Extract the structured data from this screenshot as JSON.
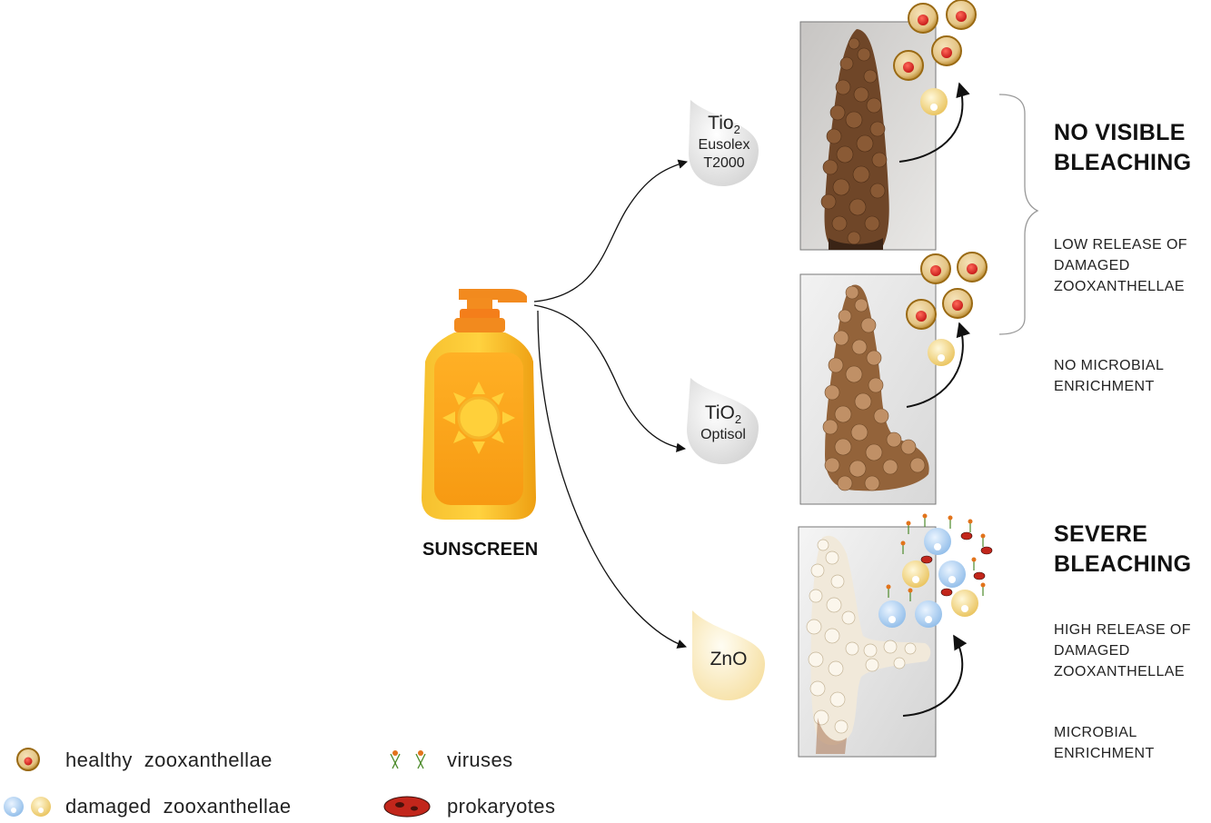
{
  "sunscreen": {
    "label": "SUNSCREEN"
  },
  "treatments": [
    {
      "main": "Tio",
      "sub": "2",
      "line2": "Eusolex",
      "line3": "T2000"
    },
    {
      "main": "TiO",
      "sub": "2",
      "line2": "Optisol"
    },
    {
      "main": "ZnO"
    }
  ],
  "outcomes": {
    "no_bleaching": {
      "title_line1": "NO VISIBLE",
      "title_line2": "BLEACHING",
      "effect1_line1": "LOW RELEASE OF",
      "effect1_line2": "DAMAGED",
      "effect1_line3": "ZOOXANTHELLAE",
      "effect2_line1": "NO MICROBIAL",
      "effect2_line2": "ENRICHMENT"
    },
    "severe_bleaching": {
      "title_line1": "SEVERE",
      "title_line2": "BLEACHING",
      "effect1_line1": "HIGH RELEASE OF",
      "effect1_line2": "DAMAGED",
      "effect1_line3": "ZOOXANTHELLAE",
      "effect2_line1": "MICROBIAL",
      "effect2_line2": "ENRICHMENT"
    }
  },
  "legend": {
    "healthy": "healthy  zooxanthellae",
    "damaged": "damaged  zooxanthellae",
    "viruses": "viruses",
    "prokaryotes": "prokaryotes"
  },
  "colors": {
    "bottle_body": "#f7b81c",
    "bottle_pump": "#f28a1e",
    "coral_healthy": "#6b4528",
    "coral_light": "#a56f3e",
    "coral_bleached": "#efe6d6",
    "healthy_cell_outer": "#b8821e",
    "healthy_cell_nucleus": "#d41f1f",
    "damaged_yellow": "#f3d98a",
    "damaged_blue": "#a9cdef"
  }
}
